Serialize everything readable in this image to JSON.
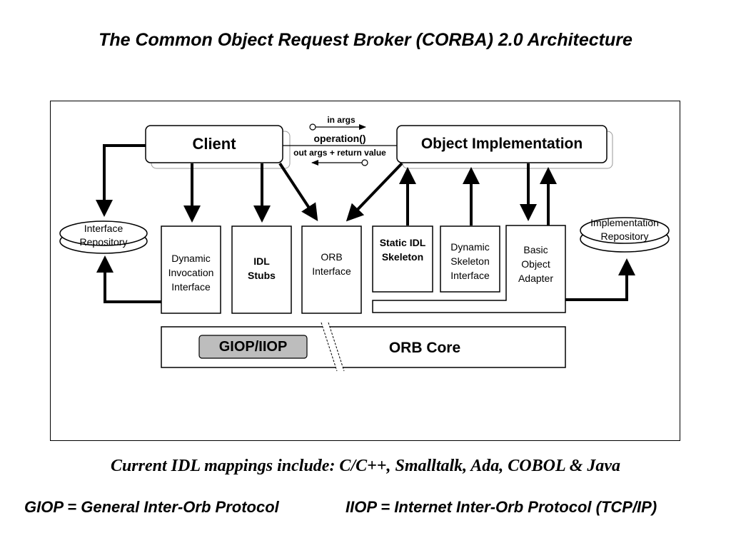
{
  "title": "The Common Object Request Broker (CORBA) 2.0 Architecture",
  "diagram": {
    "client": "Client",
    "object_implementation": "Object Implementation",
    "in_args": "in args",
    "operation": "operation()",
    "out_args": "out args + return value",
    "interface_repository": [
      "Interface",
      "Repository"
    ],
    "implementation_repository": [
      "Implementation",
      "Repository"
    ],
    "dii": [
      "Dynamic",
      "Invocation",
      "Interface"
    ],
    "idl_stubs": [
      "IDL",
      "Stubs"
    ],
    "orb_interface": [
      "ORB",
      "Interface"
    ],
    "static_idl_skeleton": [
      "Static IDL",
      "Skeleton"
    ],
    "dsi": [
      "Dynamic",
      "Skeleton",
      "Interface"
    ],
    "boa": [
      "Basic",
      "Object",
      "Adapter"
    ],
    "giop_iiop": "GIOP/IIOP",
    "orb_core": "ORB Core"
  },
  "caption": "Current IDL mappings include: C/C++, Smalltalk, Ada, COBOL & Java",
  "footnotes": {
    "giop": "GIOP = General Inter-Orb Protocol",
    "iiop": "IIOP = Internet Inter-Orb Protocol (TCP/IP)"
  }
}
